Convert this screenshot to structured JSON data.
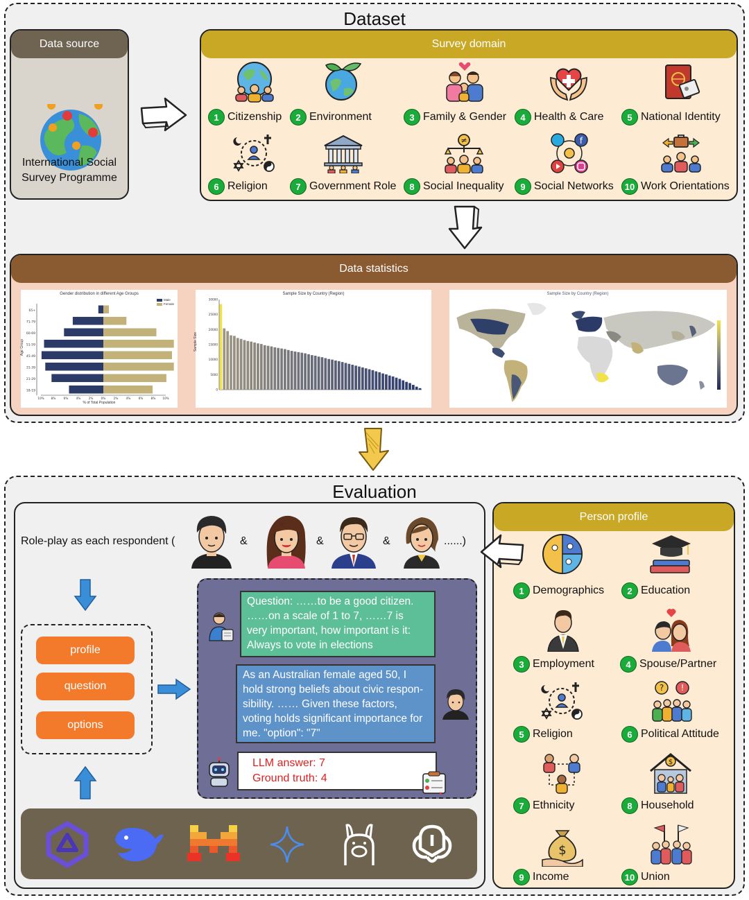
{
  "dataset": {
    "title": "Dataset",
    "data_source": {
      "header": "Data source",
      "name_line1": "International Social",
      "name_line2": "Survey Programme"
    },
    "survey_domain": {
      "header": "Survey domain",
      "items": [
        {
          "num": "1",
          "label": "Citizenship",
          "icon": "globe-people-icon"
        },
        {
          "num": "2",
          "label": "Environment",
          "icon": "earth-leaf-icon"
        },
        {
          "num": "3",
          "label": "Family & Gender",
          "icon": "family-icon"
        },
        {
          "num": "4",
          "label": "Health & Care",
          "icon": "heart-hands-icon"
        },
        {
          "num": "5",
          "label": "National Identity",
          "icon": "passport-icon"
        },
        {
          "num": "6",
          "label": "Religion",
          "icon": "religion-symbols-icon"
        },
        {
          "num": "7",
          "label": "Government Role",
          "icon": "government-building-icon"
        },
        {
          "num": "8",
          "label": "Social Inequality",
          "icon": "inequality-scale-icon"
        },
        {
          "num": "9",
          "label": "Social Networks",
          "icon": "social-media-icon"
        },
        {
          "num": "10",
          "label": "Work Orientations",
          "icon": "work-team-icon"
        }
      ]
    },
    "data_statistics": {
      "header": "Data statistics",
      "charts": [
        {
          "title": "Gender distribution in different Age Groups",
          "legend": [
            "Male",
            "Female"
          ],
          "ylabel": "Age Group",
          "xlabel": "% of Total Population",
          "yticks": [
            "65+",
            "71-79",
            "60-69",
            "51-59",
            "45-49",
            "31-39",
            "21-29",
            "18-19"
          ],
          "xticks": [
            "10%",
            "8%",
            "6%",
            "4%",
            "2%",
            "0%",
            "2%",
            "4%",
            "6%",
            "8%",
            "10%"
          ]
        },
        {
          "title": "Sample Size by Country (Region)",
          "ylabel": "Sample Size",
          "yticks": [
            "30000",
            "25000",
            "20000",
            "15000",
            "10000",
            "5000",
            "0"
          ]
        },
        {
          "title": "Sample Size by Country (Region)"
        }
      ]
    }
  },
  "chart_data": [
    {
      "type": "bar",
      "title": "Gender distribution in different Age Groups",
      "ylabel": "Age Group",
      "xlabel": "% of Total Population",
      "categories": [
        "65+",
        "71-79",
        "60-69",
        "51-59",
        "45-49",
        "31-39",
        "21-29",
        "18-19"
      ],
      "series": [
        {
          "name": "Male",
          "values": [
            0.8,
            4.9,
            6.3,
            9.5,
            9.9,
            9.3,
            8.3,
            5.5
          ]
        },
        {
          "name": "Female",
          "values": [
            0.9,
            3.7,
            8.5,
            11.3,
            11.0,
            11.3,
            10.1,
            7.9
          ]
        }
      ],
      "xlim": [
        -10,
        10
      ]
    },
    {
      "type": "bar",
      "title": "Sample Size by Country (Region)",
      "ylabel": "Sample Size",
      "ylim": [
        0,
        30000
      ],
      "values": [
        28500,
        20400,
        19500,
        18100,
        17900,
        17200,
        16900,
        16500,
        16200,
        16000,
        15700,
        15400,
        15200,
        14800,
        14600,
        14400,
        14100,
        13900,
        13700,
        13500,
        13200,
        12900,
        12700,
        12500,
        12300,
        12100,
        11800,
        11500,
        11300,
        11000,
        10800,
        10500,
        10200,
        10000,
        9700,
        9500,
        9200,
        8900,
        8600,
        8300,
        8000,
        7700,
        7400,
        7100,
        6800,
        6500,
        6100,
        5800,
        5400,
        5100,
        4700,
        4400,
        4000,
        3600,
        3100,
        2600,
        2200,
        1600,
        1000,
        500
      ]
    }
  ],
  "evaluation": {
    "title": "Evaluation",
    "roleplay_prefix": "Role-play as each respondent (",
    "amp": "&",
    "roleplay_suffix": "......)",
    "inputs": [
      "profile",
      "question",
      "options"
    ],
    "question_lines": [
      "Question: ……to be a good citizen.",
      "……on a scale of 1 to 7, ……7 is",
      "very important, how important is it:",
      "Always to vote in elections"
    ],
    "answer_lines": [
      "As an Australian female aged 50, I",
      "hold strong beliefs about civic respon-",
      "sibility. …… Given these factors,",
      "voting holds significant importance for",
      "me. \"option\": \"7\""
    ],
    "llm_answer": "LLM answer:  7",
    "ground_truth": "Ground truth: 4",
    "models": [
      "qwen-logo-icon",
      "deepseek-whale-icon",
      "mistral-logo-icon",
      "gemini-star-icon",
      "llama-logo-icon",
      "openai-logo-icon"
    ]
  },
  "person_profile": {
    "header": "Person profile",
    "items": [
      {
        "num": "1",
        "label": "Demographics",
        "icon": "demographics-icon"
      },
      {
        "num": "2",
        "label": "Education",
        "icon": "graduation-books-icon"
      },
      {
        "num": "3",
        "label": "Employment",
        "icon": "employee-icon"
      },
      {
        "num": "4",
        "label": "Spouse/Partner",
        "icon": "couple-heart-icon"
      },
      {
        "num": "5",
        "label": "Religion",
        "icon": "religion-symbols-icon"
      },
      {
        "num": "6",
        "label": "Political Attitude",
        "icon": "political-people-icon"
      },
      {
        "num": "7",
        "label": "Ethnicity",
        "icon": "ethnicity-people-icon"
      },
      {
        "num": "8",
        "label": "Household",
        "icon": "household-house-icon"
      },
      {
        "num": "9",
        "label": "Income",
        "icon": "money-bag-icon"
      },
      {
        "num": "10",
        "label": "Union",
        "icon": "union-flags-icon"
      }
    ]
  },
  "colors": {
    "gold": "#c9a826",
    "brown": "#8a5a30",
    "orange": "#f47a2b",
    "green_box": "#5dbf98",
    "blue_box": "#5e93c9",
    "purple": "#6e6e96",
    "male": "#2b3a67",
    "female": "#c2b27a"
  }
}
